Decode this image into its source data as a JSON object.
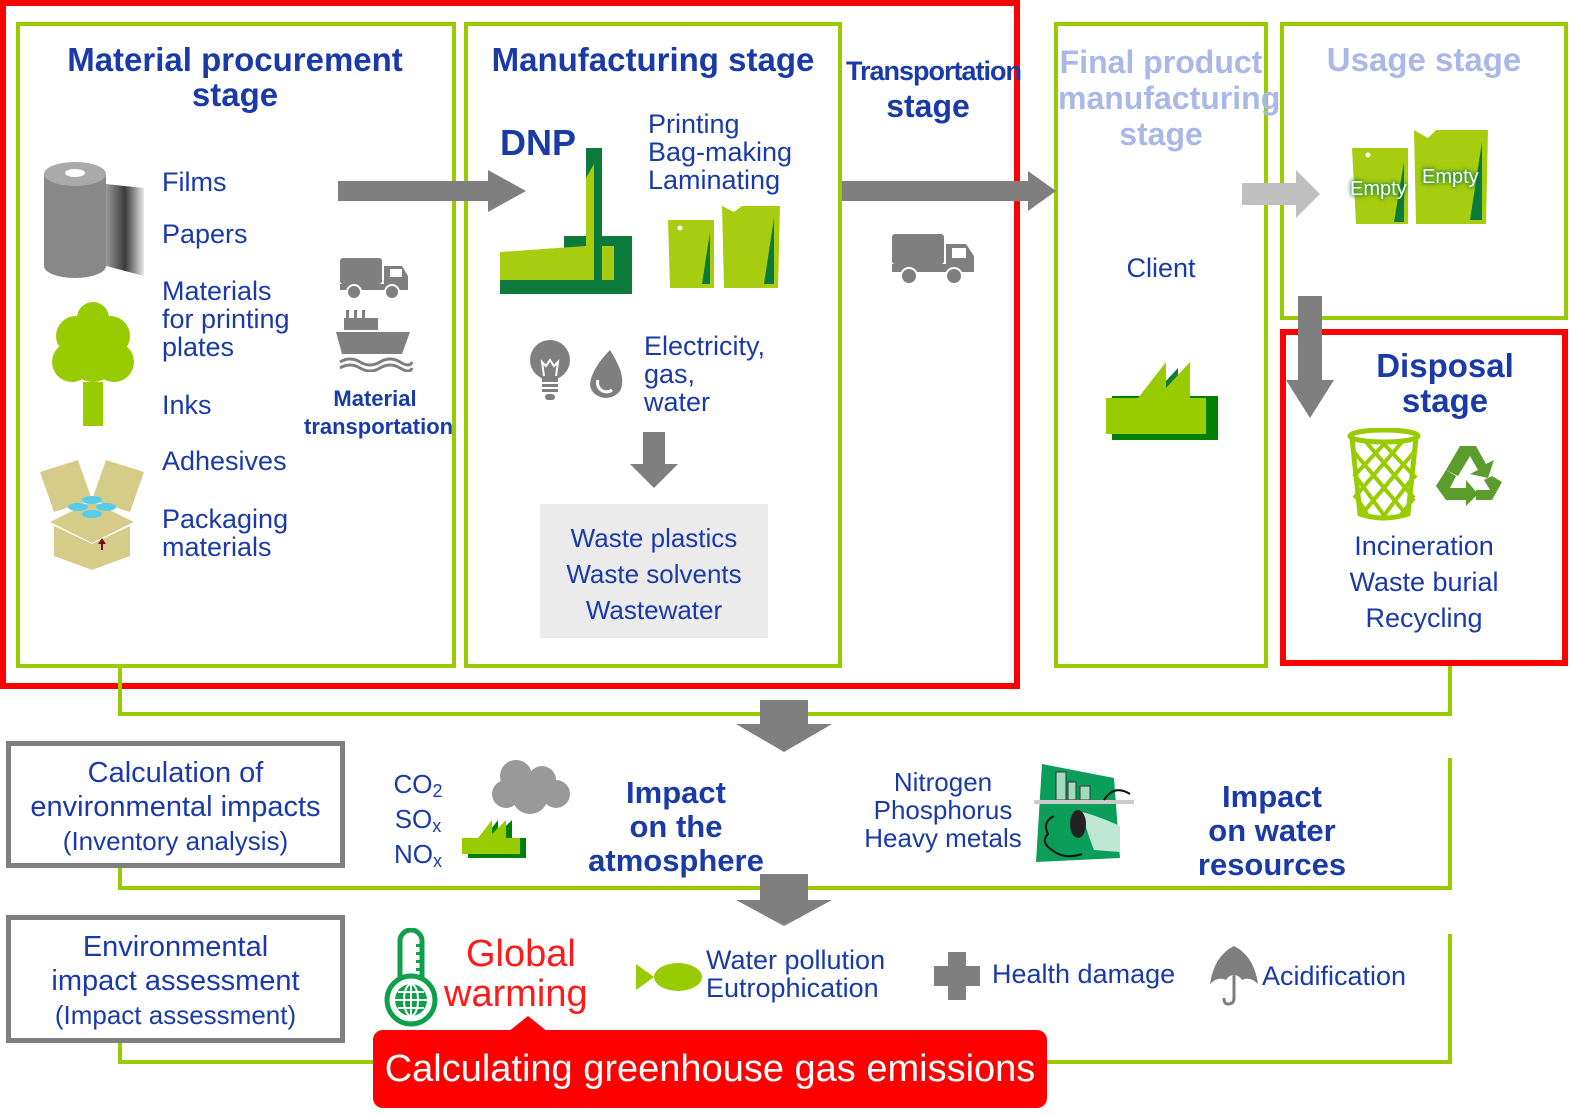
{
  "stages": {
    "material_procurement": {
      "title_line1": "Material procurement",
      "title_line2": "stage",
      "items": [
        "Films",
        "Papers",
        "Materials",
        "for printing",
        "plates",
        "Inks",
        "Adhesives",
        "Packaging",
        "materials"
      ],
      "transport_label_line1": "Material",
      "transport_label_line2": "transportation"
    },
    "manufacturing": {
      "title": "Manufacturing stage",
      "company": "DNP",
      "processes": [
        "Printing",
        "Bag-making",
        "Laminating"
      ],
      "inputs": [
        "Electricity,",
        "gas,",
        "water"
      ],
      "outputs": [
        "Waste plastics",
        "Waste solvents",
        "Wastewater"
      ]
    },
    "transportation": {
      "title_line1": "Transportation",
      "title_line2": "stage"
    },
    "final_product": {
      "title_line1": "Final product",
      "title_line2": "manufacturing",
      "title_line3": "stage",
      "client": "Client"
    },
    "usage": {
      "title": "Usage stage",
      "pouch_label_1": "Empty",
      "pouch_label_2": "Empty"
    },
    "disposal": {
      "title": "Disposal stage",
      "methods": [
        "Incineration",
        "Waste burial",
        "Recycling"
      ]
    }
  },
  "inventory": {
    "label_line1": "Calculation of",
    "label_line2": "environmental impacts",
    "label_line3": "(Inventory analysis)",
    "gases": [
      {
        "base": "CO",
        "sub": "2"
      },
      {
        "base": "SO",
        "sub": "x"
      },
      {
        "base": "NO",
        "sub": "x"
      }
    ],
    "atmosphere_line1": "Impact",
    "atmosphere_line2": "on the atmosphere",
    "water_substances": [
      "Nitrogen",
      "Phosphorus",
      "Heavy metals"
    ],
    "water_line1": "Impact",
    "water_line2": "on water resources"
  },
  "assessment": {
    "label_line1": "Environmental",
    "label_line2": "impact assessment",
    "label_line3": "(Impact assessment)",
    "global_warming_line1": "Global",
    "global_warming_line2": "warming",
    "water_pollution_line1": "Water pollution",
    "water_pollution_line2": "Eutrophication",
    "health_damage": "Health damage",
    "acidification": "Acidification",
    "callout": "Calculating greenhouse gas emissions"
  },
  "colors": {
    "text_blue": "#1a3aa8",
    "faded_blue": "#a9b8e6",
    "frame_green": "#99cc00",
    "highlight_red": "#ff0000",
    "arrow_gray": "#7f7f7f"
  }
}
